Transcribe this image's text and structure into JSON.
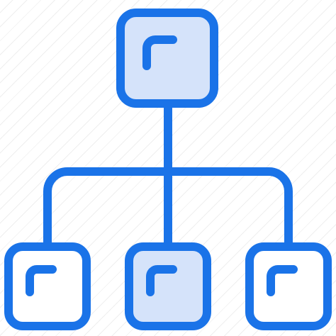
{
  "icon": {
    "name": "hierarchy-icon",
    "stroke_color": "#1a73e8",
    "highlight_fill": "#d5e3fa",
    "plain_fill": "#ffffff",
    "nodes": [
      {
        "role": "root",
        "highlighted": true,
        "corner_mark": "corner-bracket-icon"
      },
      {
        "role": "child-left",
        "highlighted": false,
        "corner_mark": "corner-bracket-icon"
      },
      {
        "role": "child-center",
        "highlighted": true,
        "corner_mark": "corner-bracket-icon"
      },
      {
        "role": "child-right",
        "highlighted": false,
        "corner_mark": "corner-bracket-icon"
      }
    ]
  }
}
